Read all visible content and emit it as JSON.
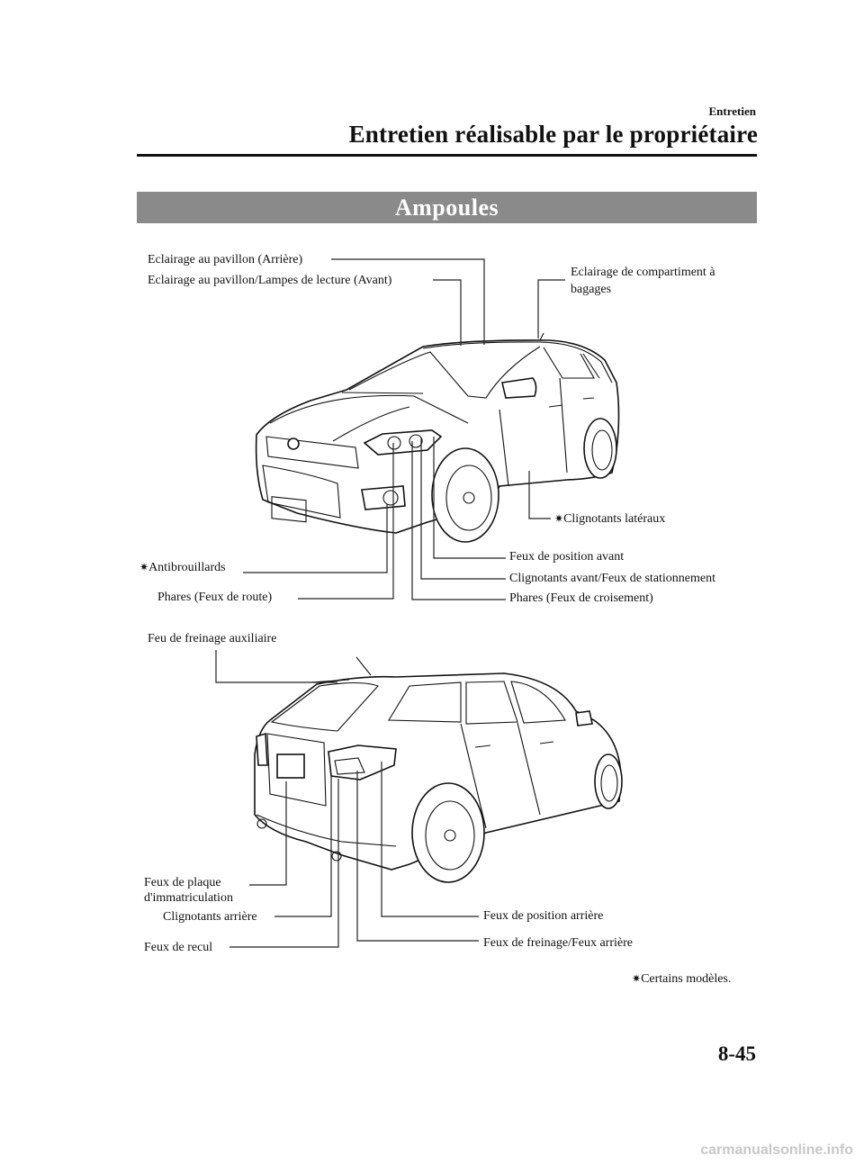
{
  "header": {
    "section": "Entretien",
    "title": "Entretien réalisable par le propriétaire"
  },
  "banner": {
    "title": "Ampoules"
  },
  "front_car": {
    "labels": {
      "roof_rear": "Eclairage au pavillon (Arrière)",
      "roof_front": "Eclairage au pavillon/Lampes de lecture (Avant)",
      "cargo_line1": "Eclairage de compartiment à",
      "cargo_line2": "bagages",
      "side_turn": "Clignotants latéraux",
      "front_position": "Feux de position avant",
      "fog": "Antibrouillards",
      "front_turn": "Clignotants avant/Feux de stationnement",
      "high_beam": "Phares (Feux de route)",
      "low_beam": "Phares (Feux de croisement)"
    }
  },
  "rear_car": {
    "labels": {
      "high_brake": "Feu de freinage auxiliaire",
      "plate_line1": "Feux de plaque",
      "plate_line2": "d'immatriculation",
      "rear_turn": "Clignotants arrière",
      "rear_position": "Feux de position arrière",
      "reverse": "Feux de recul",
      "brake_tail": "Feux de freinage/Feux arrière"
    }
  },
  "footnote": {
    "symbol": "✷",
    "text": "Certains modèles."
  },
  "page_number": "8-45",
  "watermark": "carmanualsonline.info",
  "icons": {
    "footnote_marker": "asterisk-burst-icon"
  }
}
